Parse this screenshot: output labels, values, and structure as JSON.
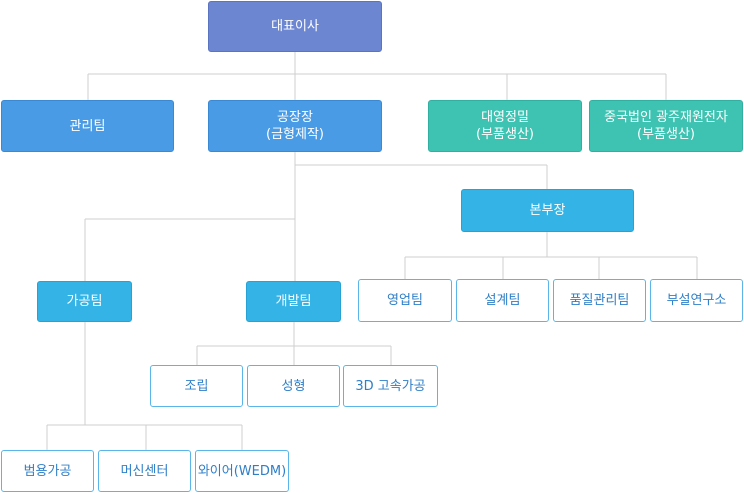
{
  "org": {
    "ceo": "대표이사",
    "admin_team": "관리팀",
    "factory_head": {
      "line1": "공장장",
      "line2": "(금형제작)"
    },
    "daeyoung": {
      "line1": "대영정밀",
      "line2": "(부품생산)"
    },
    "china_subsidiary": {
      "line1": "중국법인 광주재원전자",
      "line2": "(부품생산)"
    },
    "headquarters": "본부장",
    "processing_team": "가공팀",
    "development_team": "개발팀",
    "sales_team": "영업팀",
    "design_team": "설계팀",
    "quality_team": "품질관리팀",
    "research_lab": "부설연구소",
    "assembly": "조립",
    "molding": "성형",
    "machining_3d": "3D 고속가공",
    "general_machining": "범용가공",
    "machining_center": "머신센터",
    "wire_edm": "와이어(WEDM)"
  },
  "colors": {
    "line": "#cfcfcf",
    "ceo": "#6c86d2",
    "level1_blue": "#4a9be6",
    "level1_teal": "#3ec3b2",
    "level2_cyan": "#34b4e6",
    "leaf_text": "#2f7fc8",
    "leaf_border": "#5ab6e8"
  }
}
